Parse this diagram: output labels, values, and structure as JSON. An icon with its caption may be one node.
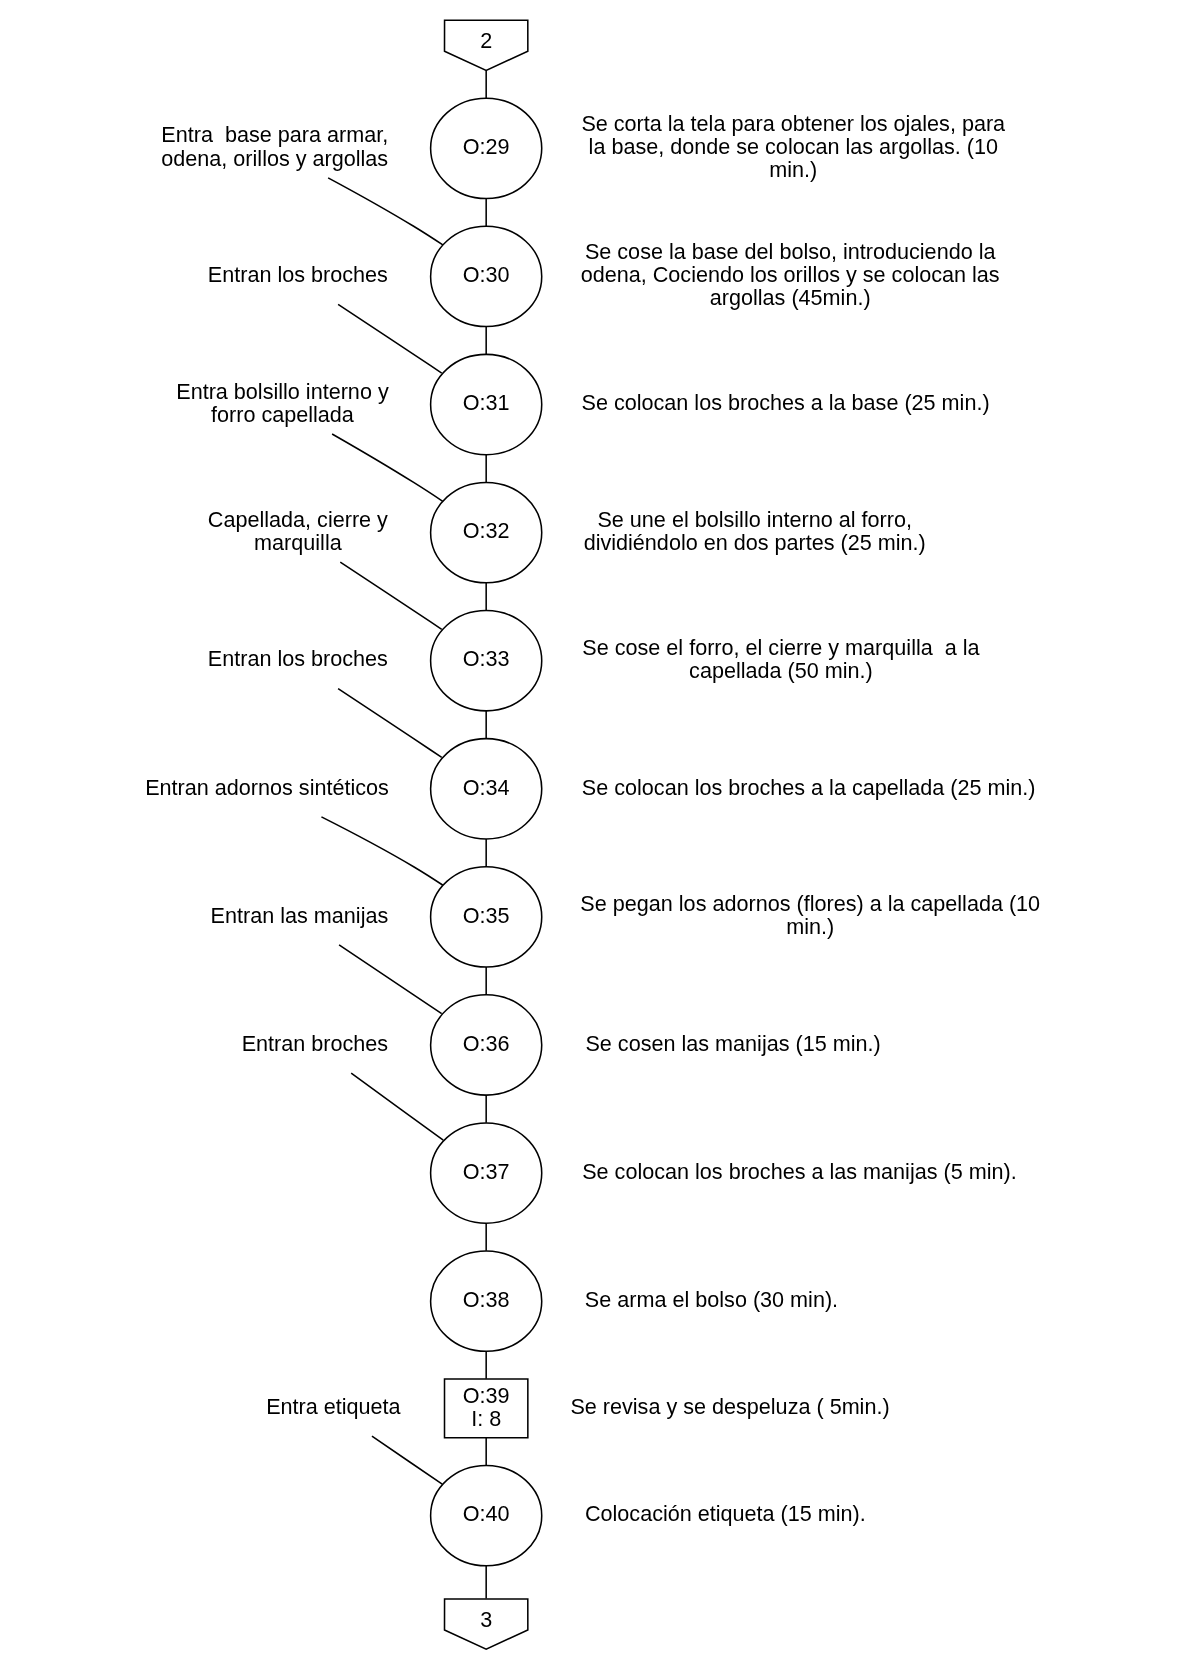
{
  "diagram": {
    "nodes": [
      {
        "text": [
          "2"
        ]
      },
      {
        "text": [
          "O:29"
        ],
        "beside": [
          "Se corta la tela para obtener los ojales, para la base, donde se colocan las argollas. (10 min.)"
        ]
      },
      {
        "text": [
          "O:30"
        ],
        "beside": [
          "Se cose la base del bolso, introduciendo la odena, Cociendo los orillos y se colocan las argollas (45min.)"
        ]
      },
      {
        "text": [
          "O:31"
        ],
        "beside": [
          "Se colocan los broches a la base (25 min.)"
        ]
      },
      {
        "text": [
          "O:32"
        ],
        "beside": [
          "Se une el bolsillo interno al forro, dividiéndolo en dos partes (25 min.)"
        ]
      },
      {
        "text": [
          "O:33"
        ],
        "beside": [
          "Se cose el forro, el cierre y marquilla  a la capellada (50 min.)"
        ]
      },
      {
        "text": [
          "O:34"
        ],
        "beside": [
          "Se colocan los broches a la capellada (25 min.)"
        ]
      },
      {
        "text": [
          "O:35"
        ],
        "beside": [
          "Se pegan los adornos (flores) a la capellada (10 min.)"
        ]
      },
      {
        "text": [
          "O:36"
        ],
        "beside": [
          "Se cosen las manijas (15 min.)"
        ]
      },
      {
        "text": [
          "O:37"
        ],
        "beside": [
          "Se colocan los broches a las manijas (5 min)."
        ]
      },
      {
        "text": [
          "O:38"
        ],
        "beside": [
          "Se arma el bolso (30 min)."
        ]
      },
      {
        "text": [
          "O:39",
          "I: 8"
        ],
        "beside": [
          "Se revisa y se despeluza ( 5min.)"
        ]
      },
      {
        "text": [
          "O:40"
        ],
        "beside": [
          "Colocación etiqueta (15 min)."
        ]
      },
      {
        "text": [
          "3"
        ]
      },
      {
        "text": [
          "Entra  base para armar, odena, orillos y argollas"
        ]
      },
      {
        "text": [
          "Entran los broches"
        ]
      },
      {
        "text": [
          "Entra bolsillo interno y forro capellada"
        ]
      },
      {
        "text": [
          "Capellada, cierre y marquilla"
        ]
      },
      {
        "text": [
          "Entran los broches"
        ]
      },
      {
        "text": [
          "Entran adornos sintéticos"
        ]
      },
      {
        "text": [
          "Entran las manijas"
        ]
      },
      {
        "text": [
          "Entran broches"
        ]
      },
      {
        "text": [
          "Entra etiqueta"
        ]
      }
    ],
    "edges": [
      {
        "from": 0,
        "to": 1,
        "arrow": "none"
      },
      {
        "from": 1,
        "to": 2,
        "arrow": "none"
      },
      {
        "from": 2,
        "to": 3,
        "arrow": "none"
      },
      {
        "from": 3,
        "to": 4,
        "arrow": "none"
      },
      {
        "from": 4,
        "to": 5,
        "arrow": "none"
      },
      {
        "from": 5,
        "to": 6,
        "arrow": "none"
      },
      {
        "from": 6,
        "to": 7,
        "arrow": "none"
      },
      {
        "from": 7,
        "to": 8,
        "arrow": "none"
      },
      {
        "from": 8,
        "to": 9,
        "arrow": "none"
      },
      {
        "from": 9,
        "to": 10,
        "arrow": "none"
      },
      {
        "from": 10,
        "to": 11,
        "arrow": "none"
      },
      {
        "from": 11,
        "to": 12,
        "arrow": "none"
      },
      {
        "from": 12,
        "to": 13,
        "arrow": "none"
      },
      {
        "from": 14,
        "to": 2,
        "arrow": "none"
      },
      {
        "from": 15,
        "to": 3,
        "arrow": "none"
      },
      {
        "from": 16,
        "to": 4,
        "arrow": "none"
      },
      {
        "from": 17,
        "to": 5,
        "arrow": "none"
      },
      {
        "from": 18,
        "to": 6,
        "arrow": "none"
      },
      {
        "from": 19,
        "to": 7,
        "arrow": "none"
      },
      {
        "from": 20,
        "to": 8,
        "arrow": "none"
      },
      {
        "from": 21,
        "to": 9,
        "arrow": "none"
      },
      {
        "from": 22,
        "to": 12,
        "arrow": "none"
      }
    ]
  }
}
